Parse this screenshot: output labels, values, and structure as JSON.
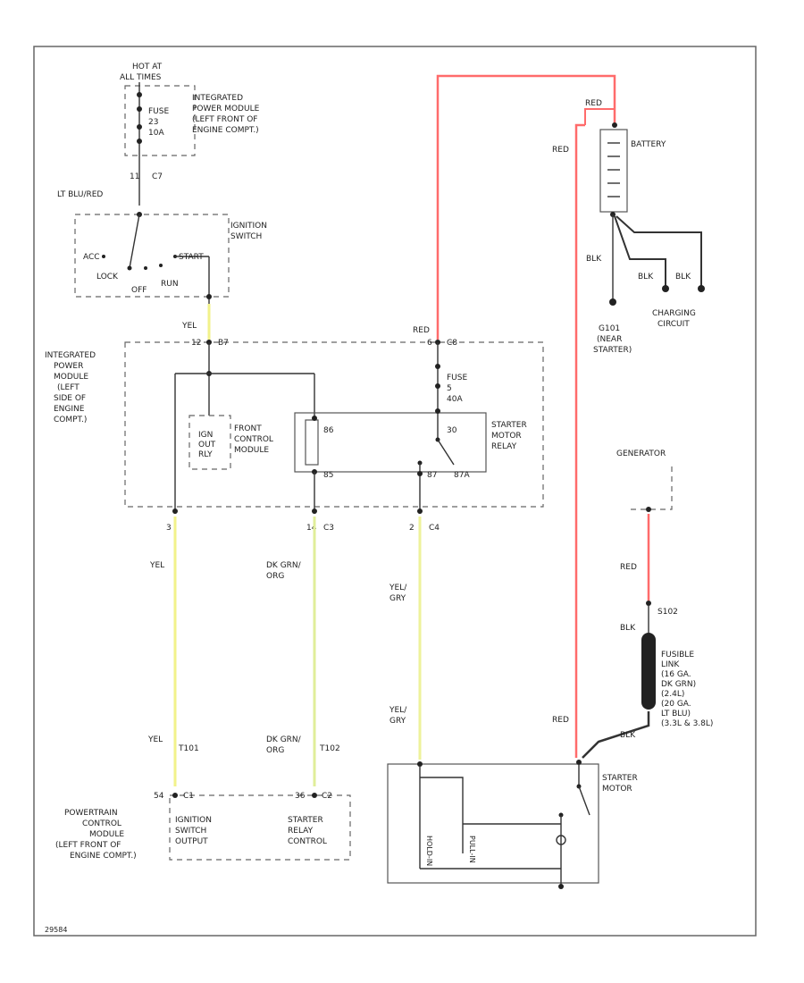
{
  "colors": {
    "red_wire": "#ff6b6b",
    "yellow_wire": "#f2f28a",
    "yellow_green_wire": "#e0ee9a",
    "frame": "#666666",
    "ink": "#222222"
  },
  "fuse_block": {
    "hot_at": "HOT AT",
    "all_times": "ALL TIMES",
    "location": [
      "INTEGRATED",
      "POWER MODULE",
      "(LEFT FRONT OF",
      "ENGINE COMPT.)"
    ],
    "fuse_labels": [
      "FUSE",
      "23",
      "10A"
    ],
    "pin_left": "11",
    "pin_right": "C7",
    "wire_color": "LT BLU/RED"
  },
  "ignition_switch": {
    "title": [
      "IGNITION",
      "SWITCH"
    ],
    "positions": [
      "ACC",
      "LOCK",
      "OFF",
      "RUN",
      "START"
    ],
    "wire_color": "YEL"
  },
  "ipm_left": {
    "title": [
      "INTEGRATED",
      "POWER",
      "MODULE",
      "(LEFT",
      "SIDE OF",
      "ENGINE",
      "COMPT.)"
    ],
    "pin_top": "12",
    "pin_top_conn": "B7",
    "fcm_chip": [
      "IGN",
      "OUT",
      "RLY"
    ],
    "fcm_title": [
      "FRONT",
      "CONTROL",
      "MODULE"
    ],
    "relay_title": [
      "STARTER",
      "MOTOR",
      "RELAY"
    ],
    "relay_pins": [
      "86",
      "85",
      "30",
      "87",
      "87A"
    ],
    "fuse_labels": [
      "FUSE",
      "5",
      "40A"
    ],
    "pin_red": "6",
    "pin_red_conn": "C8"
  },
  "wires": {
    "red_top": "RED",
    "yel_1": "YEL",
    "dk_grn_org": [
      "DK GRN/",
      "ORG"
    ],
    "yel_gry": [
      "YEL/",
      "GRY"
    ],
    "pin_3": "3",
    "pin_14": "14",
    "conn_c3": "C3",
    "pin_2": "2",
    "conn_c4": "C4",
    "yel_2": "YEL",
    "dk_grn_org_2": [
      "DK GRN/",
      "ORG"
    ],
    "yel_gry_2": [
      "YEL/",
      "GRY"
    ],
    "conn_t101": "T101",
    "conn_t102": "T102"
  },
  "battery": {
    "title": "BATTERY",
    "red_label": "RED",
    "red_label_2": "RED",
    "blk": "BLK",
    "blk2": "BLK",
    "blk3": "BLK",
    "g101": [
      "G101",
      "(NEAR",
      "STARTER)"
    ],
    "charging": [
      "CHARGING",
      "CIRCUIT"
    ]
  },
  "generator": {
    "title": "GENERATOR",
    "red_label": "RED",
    "s102": "S102",
    "blk": "BLK",
    "fusible_link": [
      "FUSIBLE",
      "LINK",
      "(16 GA.",
      "DK GRN)",
      "(2.4L)",
      "(20 GA.",
      "LT BLU)",
      "(3.3L & 3.8L)"
    ],
    "red_bottom": "RED",
    "blk_bottom": "BLK"
  },
  "starter": {
    "title": [
      "STARTER",
      "MOTOR"
    ],
    "coil_labels": [
      "HOLD-IN",
      "PULL-IN"
    ]
  },
  "pcm": {
    "title": [
      "POWERTRAIN",
      "CONTROL",
      "MODULE",
      "(LEFT FRONT OF",
      "ENGINE COMPT.)"
    ],
    "pin_left": "54",
    "conn_left": "C1",
    "label_left": [
      "IGNITION",
      "SWITCH",
      "OUTPUT"
    ],
    "pin_right": "36",
    "conn_right": "C2",
    "label_right": [
      "STARTER",
      "RELAY",
      "CONTROL"
    ]
  },
  "footer_code": "29584"
}
